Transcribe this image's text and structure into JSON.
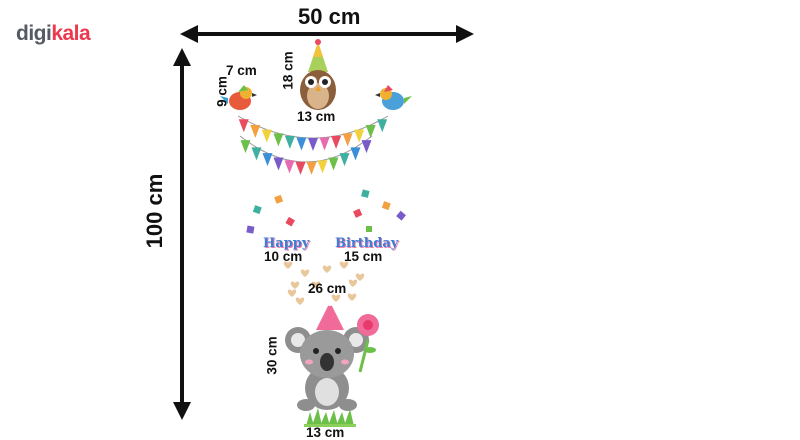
{
  "logo": {
    "part1": "digi",
    "part2": "kala"
  },
  "dimensions": {
    "width": "50 cm",
    "height": "100 cm",
    "bird_width": "7 cm",
    "bird_height": "9 cm",
    "owl_height": "18 cm",
    "bunting_width": "13 cm",
    "happy_width": "10 cm",
    "birthday_width": "15 cm",
    "hearts_width": "26 cm",
    "koala_height": "30 cm",
    "grass_width": "13 cm"
  },
  "stickers": {
    "happy": "Happy",
    "birthday": "Birthday"
  },
  "colors": {
    "logo_gray": "#555a63",
    "logo_red": "#ee384e"
  }
}
